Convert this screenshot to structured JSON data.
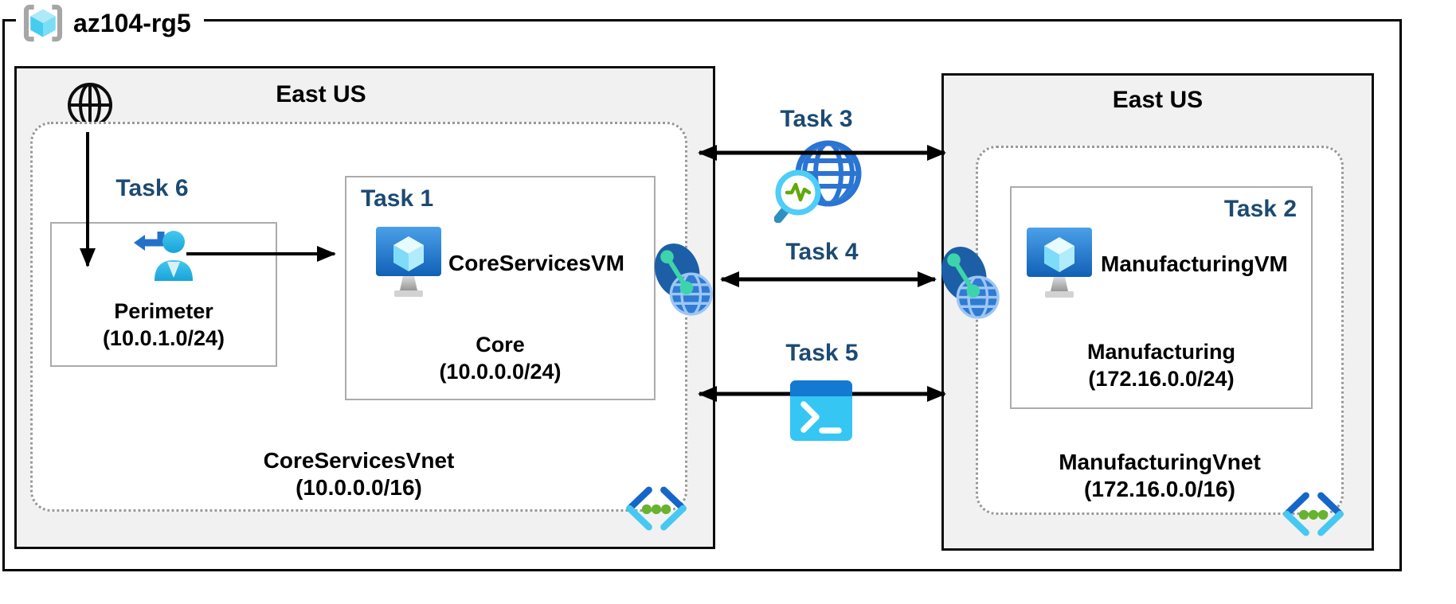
{
  "resource_group": {
    "name": "az104-rg5"
  },
  "regions": {
    "left": {
      "label": "East US",
      "vnet_name": "CoreServicesVnet",
      "vnet_cidr": "(10.0.0.0/16)",
      "perimeter": {
        "task": "Task 6",
        "name": "Perimeter",
        "cidr": "(10.0.1.0/24)"
      },
      "core": {
        "task": "Task 1",
        "vm": "CoreServicesVM",
        "name": "Core",
        "cidr": "(10.0.0.0/24)"
      }
    },
    "right": {
      "label": "East US",
      "vnet_name": "ManufacturingVnet",
      "vnet_cidr": "(172.16.0.0/16)",
      "manufacturing": {
        "task": "Task 2",
        "vm": "ManufacturingVM",
        "name": "Manufacturing",
        "cidr": "(172.16.0.0/24)"
      }
    }
  },
  "connections": {
    "task3_label": "Task 3",
    "task4_label": "Task 4",
    "task5_label": "Task 5"
  },
  "icons": {
    "resource_group": "resource-group-cube-brackets-icon",
    "internet": "internet-globe-icon",
    "signin_user": "user-signin-arrow-icon",
    "virtual_machine": "azure-vm-monitor-icon",
    "network_watcher": "network-watcher-globe-magnifier-icon",
    "vnet_peering": "vnet-peering-icon",
    "powershell": "powershell-terminal-icon",
    "virtual_network": "virtual-network-chevrons-icon"
  },
  "colors": {
    "task_label": "#1C4A72",
    "region_fill": "#F1F1F1",
    "arrow": "#000000",
    "azure_blue": "#2A74D3",
    "azure_cyan": "#46C8F3",
    "peering_teal": "#3ED4AB",
    "vnet_dot_green": "#65B32E"
  }
}
